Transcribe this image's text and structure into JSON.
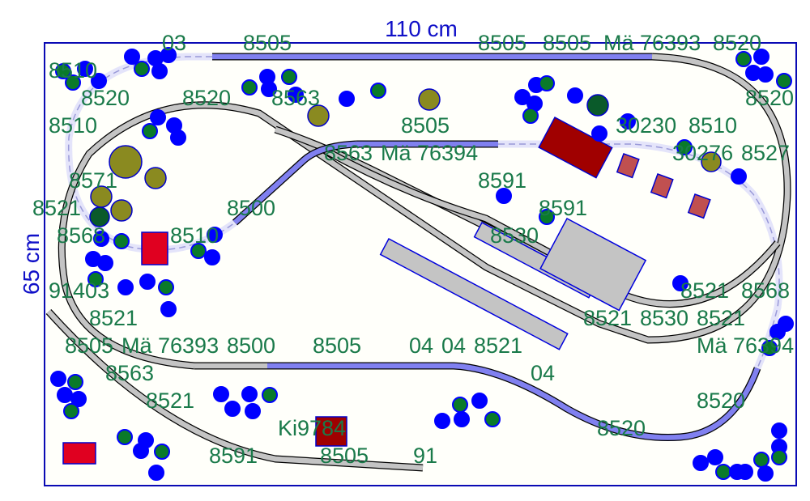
{
  "dimensions": {
    "width_label": "110 cm",
    "height_label": "65 cm"
  },
  "colors": {
    "frame": "#0a0ab4",
    "label": "#1a7a4a",
    "track_grey": "#c4c4c4",
    "track_blue": "#8080f0",
    "tree_blue": "#0000ff",
    "tree_green": "#0a7a2a",
    "building_red": "#cc0000"
  },
  "labels": {
    "l01": "8510",
    "l02": "03",
    "l03": "8505",
    "l04": "8505",
    "l05": "8505",
    "l06": "Mä 76393",
    "l07": "8520",
    "l08": "8510",
    "l09": "8520",
    "l10": "8520",
    "l11": "8563",
    "l12": "8505",
    "l13": "8500",
    "l14": "8510",
    "l15": "8521",
    "l16": "8571",
    "l17": "8510",
    "l18": "8520",
    "l19": "8527",
    "l20": "8591",
    "l21": "Mä 76394",
    "l22": "8563",
    "l23": "8521",
    "l24": "8521",
    "l25": "Mä 76393",
    "l26": "8500",
    "l27": "8505",
    "l28": "04",
    "l29": "04",
    "l30": "8521",
    "l31": "04",
    "l32": "8520",
    "l33": "8520",
    "l34": "8563",
    "l35": "8521",
    "l36": "8591",
    "l37": "Ki9784",
    "l38": "8505",
    "l39": "91",
    "l40": "91403",
    "l41": "8568",
    "l42": "8530",
    "l43": "8521",
    "l44": "Mä 76394",
    "l45": "8505",
    "l46": "8591",
    "l47": "8521",
    "l48": "8568",
    "l49": "30230",
    "l50": "30276",
    "l51": "8530"
  }
}
